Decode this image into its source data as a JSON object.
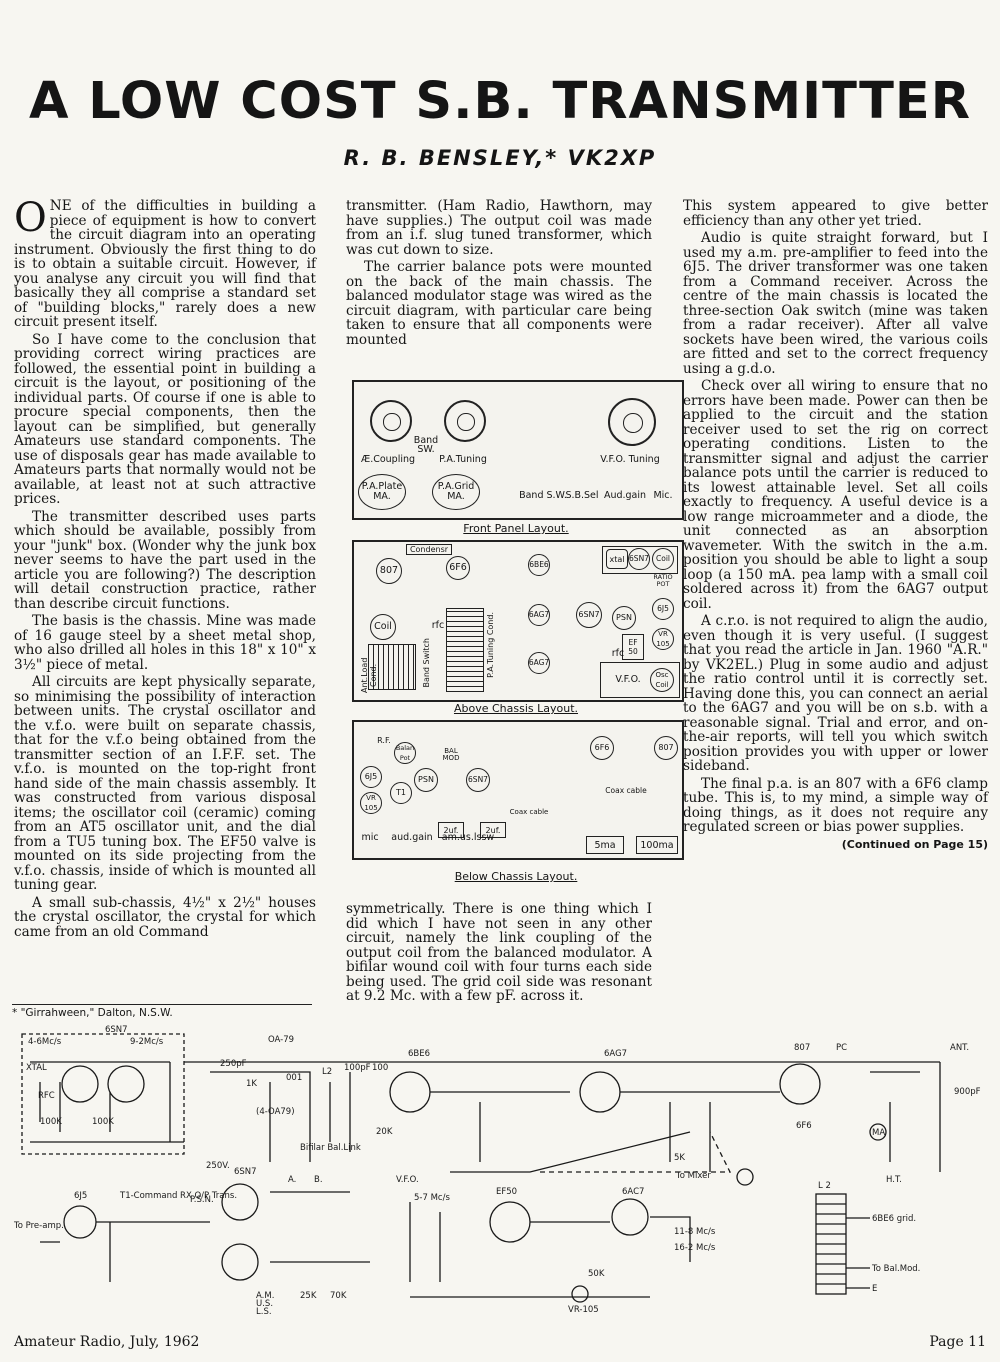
{
  "header": {
    "title": "A LOW COST S.B. TRANSMITTER",
    "author": "R. B. BENSLEY,* VK2XP"
  },
  "article": {
    "col1": [
      "ONE of the difficulties in building a piece of equipment is how to convert the circuit diagram into an operating instrument. Obviously the first thing to do is to obtain a suitable circuit. However, if you analyse any circuit you will find that basically they all comprise a standard set of \"building blocks,\" rarely does a new circuit present itself.",
      "So I have come to the conclusion that providing correct wiring practices are followed, the essential point in building a circuit is the layout, or positioning of the individual parts. Of course if one is able to procure special components, then the layout can be simplified, but generally Amateurs use standard components. The use of disposals gear has made available to Amateurs parts that normally would not be available, at least not at such attractive prices.",
      "The transmitter described uses parts which should be available, possibly from your \"junk\" box. (Wonder why the junk box never seems to have the part used in the article you are following?) The description will detail construction practice, rather than describe circuit functions.",
      "The basis is the chassis. Mine was made of 16 gauge steel by a sheet metal shop, who also drilled all holes in this 18\" x 10\" x 3½\" piece of metal.",
      "All circuits are kept physically separate, so minimising the possibility of interaction between units. The crystal oscillator and the v.f.o. were built on separate chassis, that for the v.f.o being obtained from the transmitter section of an I.F.F. set. The v.f.o. is mounted on the top-right front hand side of the main chassis assembly. It was constructed from various disposal items; the oscillator coil (ceramic) coming from an AT5 oscillator unit, and the dial from a TU5 tuning box. The EF50 valve is mounted on its side projecting from the v.f.o. chassis, inside of which is mounted all tuning gear.",
      "A small sub-chassis, 4½\" x 2½\" houses the crystal oscillator, the crystal for which came from an old Command"
    ],
    "col2a": [
      "transmitter. (Ham Radio, Hawthorn, may have supplies.) The output coil was made from an i.f. slug tuned transformer, which was cut down to size.",
      "The carrier balance pots were mounted on the back of the main chassis. The balanced modulator stage was wired as the circuit diagram, with particular care being taken to ensure that all components were mounted"
    ],
    "col2b": [
      "symmetrically. There is one thing which I did which I have not seen in any other circuit, namely the link coupling of the output coil from the balanced modulator. A bifilar wound coil with four turns each side being used. The grid coil side was resonant at 9.2 Mc. with a few pF. across it."
    ],
    "col3": [
      "This system appeared to give better efficiency than any other yet tried.",
      "Audio is quite straight forward, but I used my a.m. pre-amplifier to feed into the 6J5. The driver transformer was one taken from a Command receiver. Across the centre of the main chassis is located the three-section Oak switch (mine was taken from a radar receiver). After all valve sockets have been wired, the various coils are fitted and set to the correct frequency using a g.d.o.",
      "Check over all wiring to ensure that no errors have been made. Power can then be applied to the circuit and the station receiver used to set the rig on correct operating conditions. Listen to the transmitter signal and adjust the carrier balance pots until the carrier is reduced to its lowest attainable level. Set all coils exactly to frequency. A useful device is a low range microammeter and a diode, the unit connected as an absorption wavemeter. With the switch in the a.m. position you should be able to light a soup loop (a 150 mA. pea lamp with a small coil soldered across it) from the 6AG7 output coil.",
      "A c.r.o. is not required to align the audio, even though it is very useful. (I suggest that you read the article in Jan. 1960 \"A.R.\" by VK2EL.) Plug in some audio and adjust the ratio control until it is correctly set. Having done this, you can connect an aerial to the 6AG7 and you will be on s.b. with a reasonable signal. Trial and error, and on-the-air reports, will tell you which switch position provides you with upper or lower sideband.",
      "The final p.a. is an 807 with a 6F6 clamp tube. This is, to my mind, a simple way of doing things, as it does not require any regulated screen or bias power supplies."
    ],
    "continued": "(Continued on Page 15)",
    "footnote": "* \"Girrahween,\" Dalton, N.S.W."
  },
  "front_panel": {
    "caption": "Front Panel Layout.",
    "labels": {
      "ae_coupling": "Æ.Coupling",
      "band_sw": "Band SW.",
      "pa_tuning": "P.A.Tuning",
      "vfo_tuning": "V.F.O. Tuning",
      "pa_plate": "P.A.Plate MA.",
      "pa_grid": "P.A.Grid MA.",
      "band_sw2": "Band S.W.",
      "sb_sel": "S.B.Sel",
      "aud_gain": "Aud.gain",
      "mic": "Mic."
    }
  },
  "above_chassis": {
    "caption": "Above Chassis Layout.",
    "labels": {
      "condenser": "Condensr",
      "v807": "807",
      "v6f6": "6F6",
      "v6be6": "6BE6",
      "v6ag7a": "6AG7",
      "v6ag7b": "6AG7",
      "v6sn7": "6SN7",
      "xtal": "xtal",
      "v6sn7b": "6SN7",
      "coil": "Coil",
      "ratio_pot": "RATIO POT",
      "psn": "PSN",
      "v6j5": "6J5",
      "ef50": "EF 50",
      "vr105": "VR 105",
      "rfc": "rfc",
      "vfo": "V.F.O.",
      "osc_coil": "Osc Coil",
      "coil_left": "Coil",
      "rfc_left": "rfc",
      "ant_load": "Ant.Load Cond.",
      "band_switch": "Band Switch",
      "pa_tuning_cond": "P.A.Tuning Cond."
    }
  },
  "below_chassis": {
    "caption": "Below Chassis Layout.",
    "labels": {
      "rf": "R.F.",
      "balance_pot": "Balan Pot",
      "bal_mod": "BAL MOD",
      "v6j5": "6J5",
      "vr105": "VR 105",
      "t1": "T1",
      "psn": "PSN",
      "v6sn7": "6SN7",
      "v6f6": "6F6",
      "v807": "807",
      "coax": "Coax cable",
      "coax2": "Coax cable",
      "uf2a": "2uf.",
      "uf2b": "2uf.",
      "mic": "mic",
      "aud_gain": "aud.gain",
      "am_us_lssw": "am.us.lssw",
      "ma5": "5ma",
      "ma100": "100ma"
    }
  },
  "schematic": {
    "labels": {
      "v6sn7": "6SN7",
      "freq1": "4-6Mc/s",
      "freq2": "9-2Mc/s",
      "xtal": "XTAL",
      "rfc": "RFC",
      "r100k": "100K",
      "r100k2": "100K",
      "oa79": "OA-79",
      "oa79b": "(4-OA79)",
      "c250pf": "250pF",
      "r1k": "1K",
      "c001": "001",
      "l2": "L2",
      "bifilar": "Bifilar Bal.Link",
      "c100pf": "100pF",
      "r100": "100",
      "r20k": "20K",
      "vfo": "V.F.O.",
      "v6be6": "6BE6",
      "v6ag7": "6AG7",
      "v807": "807",
      "pc": "PC",
      "ant": "ANT.",
      "c900pf": "900pF",
      "ht": "H.T.",
      "v6f6": "6F6",
      "r5k": "5K",
      "v250": "250V.",
      "to_mixer": "To Mixer",
      "ma": "MA",
      "v6sn7b": "6SN7",
      "a": "A.",
      "b": "B.",
      "v6j5": "6J5",
      "preamp": "To Pre-amp.",
      "t1": "T1-Command RX O/P Trans.",
      "psn": "P.S.N.",
      "ef50": "EF50",
      "freq3": "5-7 Mc/s",
      "v6ac7": "6AC7",
      "freq4": "11-8 Mc/s",
      "freq5": "16-2 Mc/s",
      "vr105": "VR-105",
      "am": "A.M.",
      "us": "U.S.",
      "ls": "L.S.",
      "r25k": "25K",
      "r70k": "70K",
      "r50k": "50K",
      "l2b": "L 2",
      "to6be6": "6BE6 grid.",
      "tobal": "To Bal.Mod.",
      "e": "E"
    }
  },
  "footer": {
    "left": "Amateur Radio, July, 1962",
    "right": "Page 11"
  }
}
